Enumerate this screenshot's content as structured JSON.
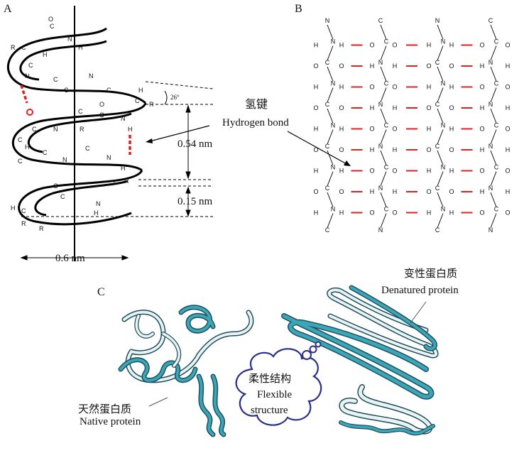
{
  "panels": {
    "a": "A",
    "b": "B",
    "c": "C"
  },
  "panel_a": {
    "dim_pitch": "0.54 nm",
    "dim_rise": "0.15 nm",
    "dim_width": "0.6 nm",
    "angle": "26°"
  },
  "annotation": {
    "hydrogen_bond_cn": "氢键",
    "hydrogen_bond_en": "Hydrogen bond"
  },
  "panel_c": {
    "denatured_cn": "变性蛋白质",
    "denatured_en": "Denatured protein",
    "flexible_cn": "柔性结构",
    "flexible_en_1": "Flexible",
    "flexible_en_2": "structure",
    "native_cn": "天然蛋白质",
    "native_en": "Native protein"
  },
  "colors": {
    "hbond": "#e02020",
    "ribbon": "#3aa6b8",
    "cloud": "#2a2f8a"
  }
}
